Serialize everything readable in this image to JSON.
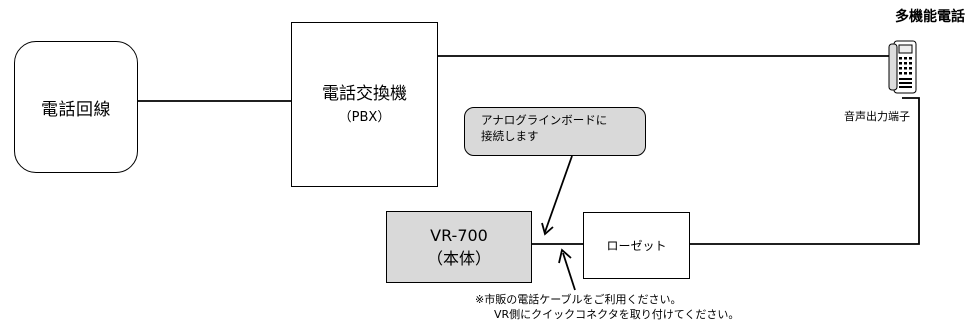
{
  "nodes": {
    "phone_line": "電話回線",
    "pbx_title": "電話交換機",
    "pbx_sub": "（PBX）",
    "vr_model": "VR-700",
    "vr_sub": "（本体）",
    "rosette": "ローゼット"
  },
  "callout": {
    "line1": "アナログラインボードに",
    "line2": "接続します"
  },
  "phone": {
    "label": "多機能電話",
    "port_label": "音声出力端子",
    "icon": "multifunction-phone-icon"
  },
  "note": {
    "line1": "※市販の電話ケーブルをご利用ください。",
    "line2": "VR側にクイックコネクタを取り付けてください。"
  }
}
